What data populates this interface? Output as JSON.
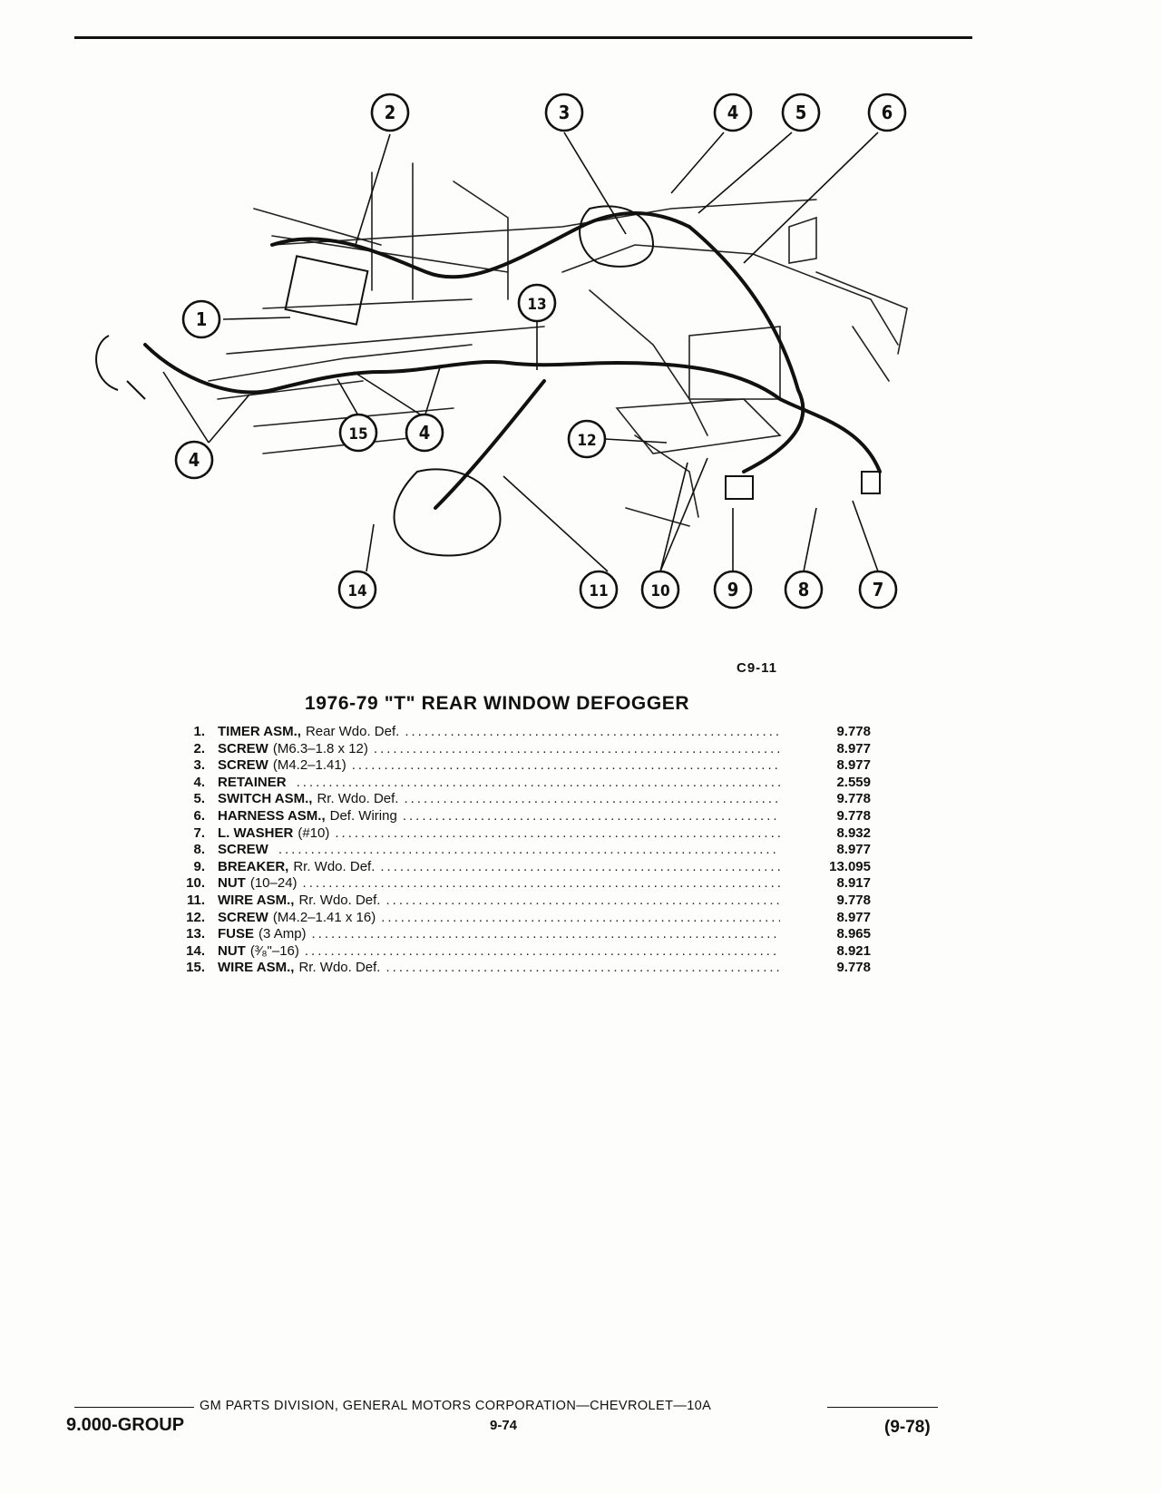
{
  "diagram": {
    "figure_code": "C9-11",
    "callouts": [
      "1",
      "2",
      "3",
      "4",
      "5",
      "6",
      "7",
      "8",
      "9",
      "10",
      "11",
      "12",
      "13",
      "14",
      "15"
    ]
  },
  "title": "1976-79 \"T\" REAR WINDOW DEFOGGER",
  "parts": [
    {
      "num": "1.",
      "name": "TIMER ASM.,",
      "desc": "Rear Wdo. Def.",
      "code": "9.778"
    },
    {
      "num": "2.",
      "name": "SCREW",
      "desc": "(M6.3–1.8 x 12)",
      "code": "8.977"
    },
    {
      "num": "3.",
      "name": "SCREW",
      "desc": "(M4.2–1.41)",
      "code": "8.977"
    },
    {
      "num": "4.",
      "name": "RETAINER",
      "desc": "",
      "code": "2.559"
    },
    {
      "num": "5.",
      "name": "SWITCH ASM.,",
      "desc": "Rr. Wdo. Def.",
      "code": "9.778"
    },
    {
      "num": "6.",
      "name": "HARNESS ASM.,",
      "desc": "Def. Wiring",
      "code": "9.778"
    },
    {
      "num": "7.",
      "name": "L. WASHER",
      "desc": "(#10)",
      "code": "8.932"
    },
    {
      "num": "8.",
      "name": "SCREW",
      "desc": "",
      "code": "8.977"
    },
    {
      "num": "9.",
      "name": "BREAKER,",
      "desc": "Rr. Wdo. Def.",
      "code": "13.095"
    },
    {
      "num": "10.",
      "name": "NUT",
      "desc": "(10–24)",
      "code": "8.917"
    },
    {
      "num": "11.",
      "name": "WIRE ASM.,",
      "desc": "Rr. Wdo. Def.",
      "code": "9.778"
    },
    {
      "num": "12.",
      "name": "SCREW",
      "desc": "(M4.2–1.41 x 16)",
      "code": "8.977"
    },
    {
      "num": "13.",
      "name": "FUSE",
      "desc": "(3 Amp)",
      "code": "8.965"
    },
    {
      "num": "14.",
      "name": "NUT",
      "desc": "(³⁄₈\"–16)",
      "code": "8.921"
    },
    {
      "num": "15.",
      "name": "WIRE ASM.,",
      "desc": "Rr. Wdo. Def.",
      "code": "9.778"
    }
  ],
  "footer": {
    "publisher": "GM PARTS DIVISION, GENERAL MOTORS CORPORATION—CHEVROLET—10A",
    "group": "9.000-GROUP",
    "page": "9-74",
    "date": "(9-78)"
  }
}
